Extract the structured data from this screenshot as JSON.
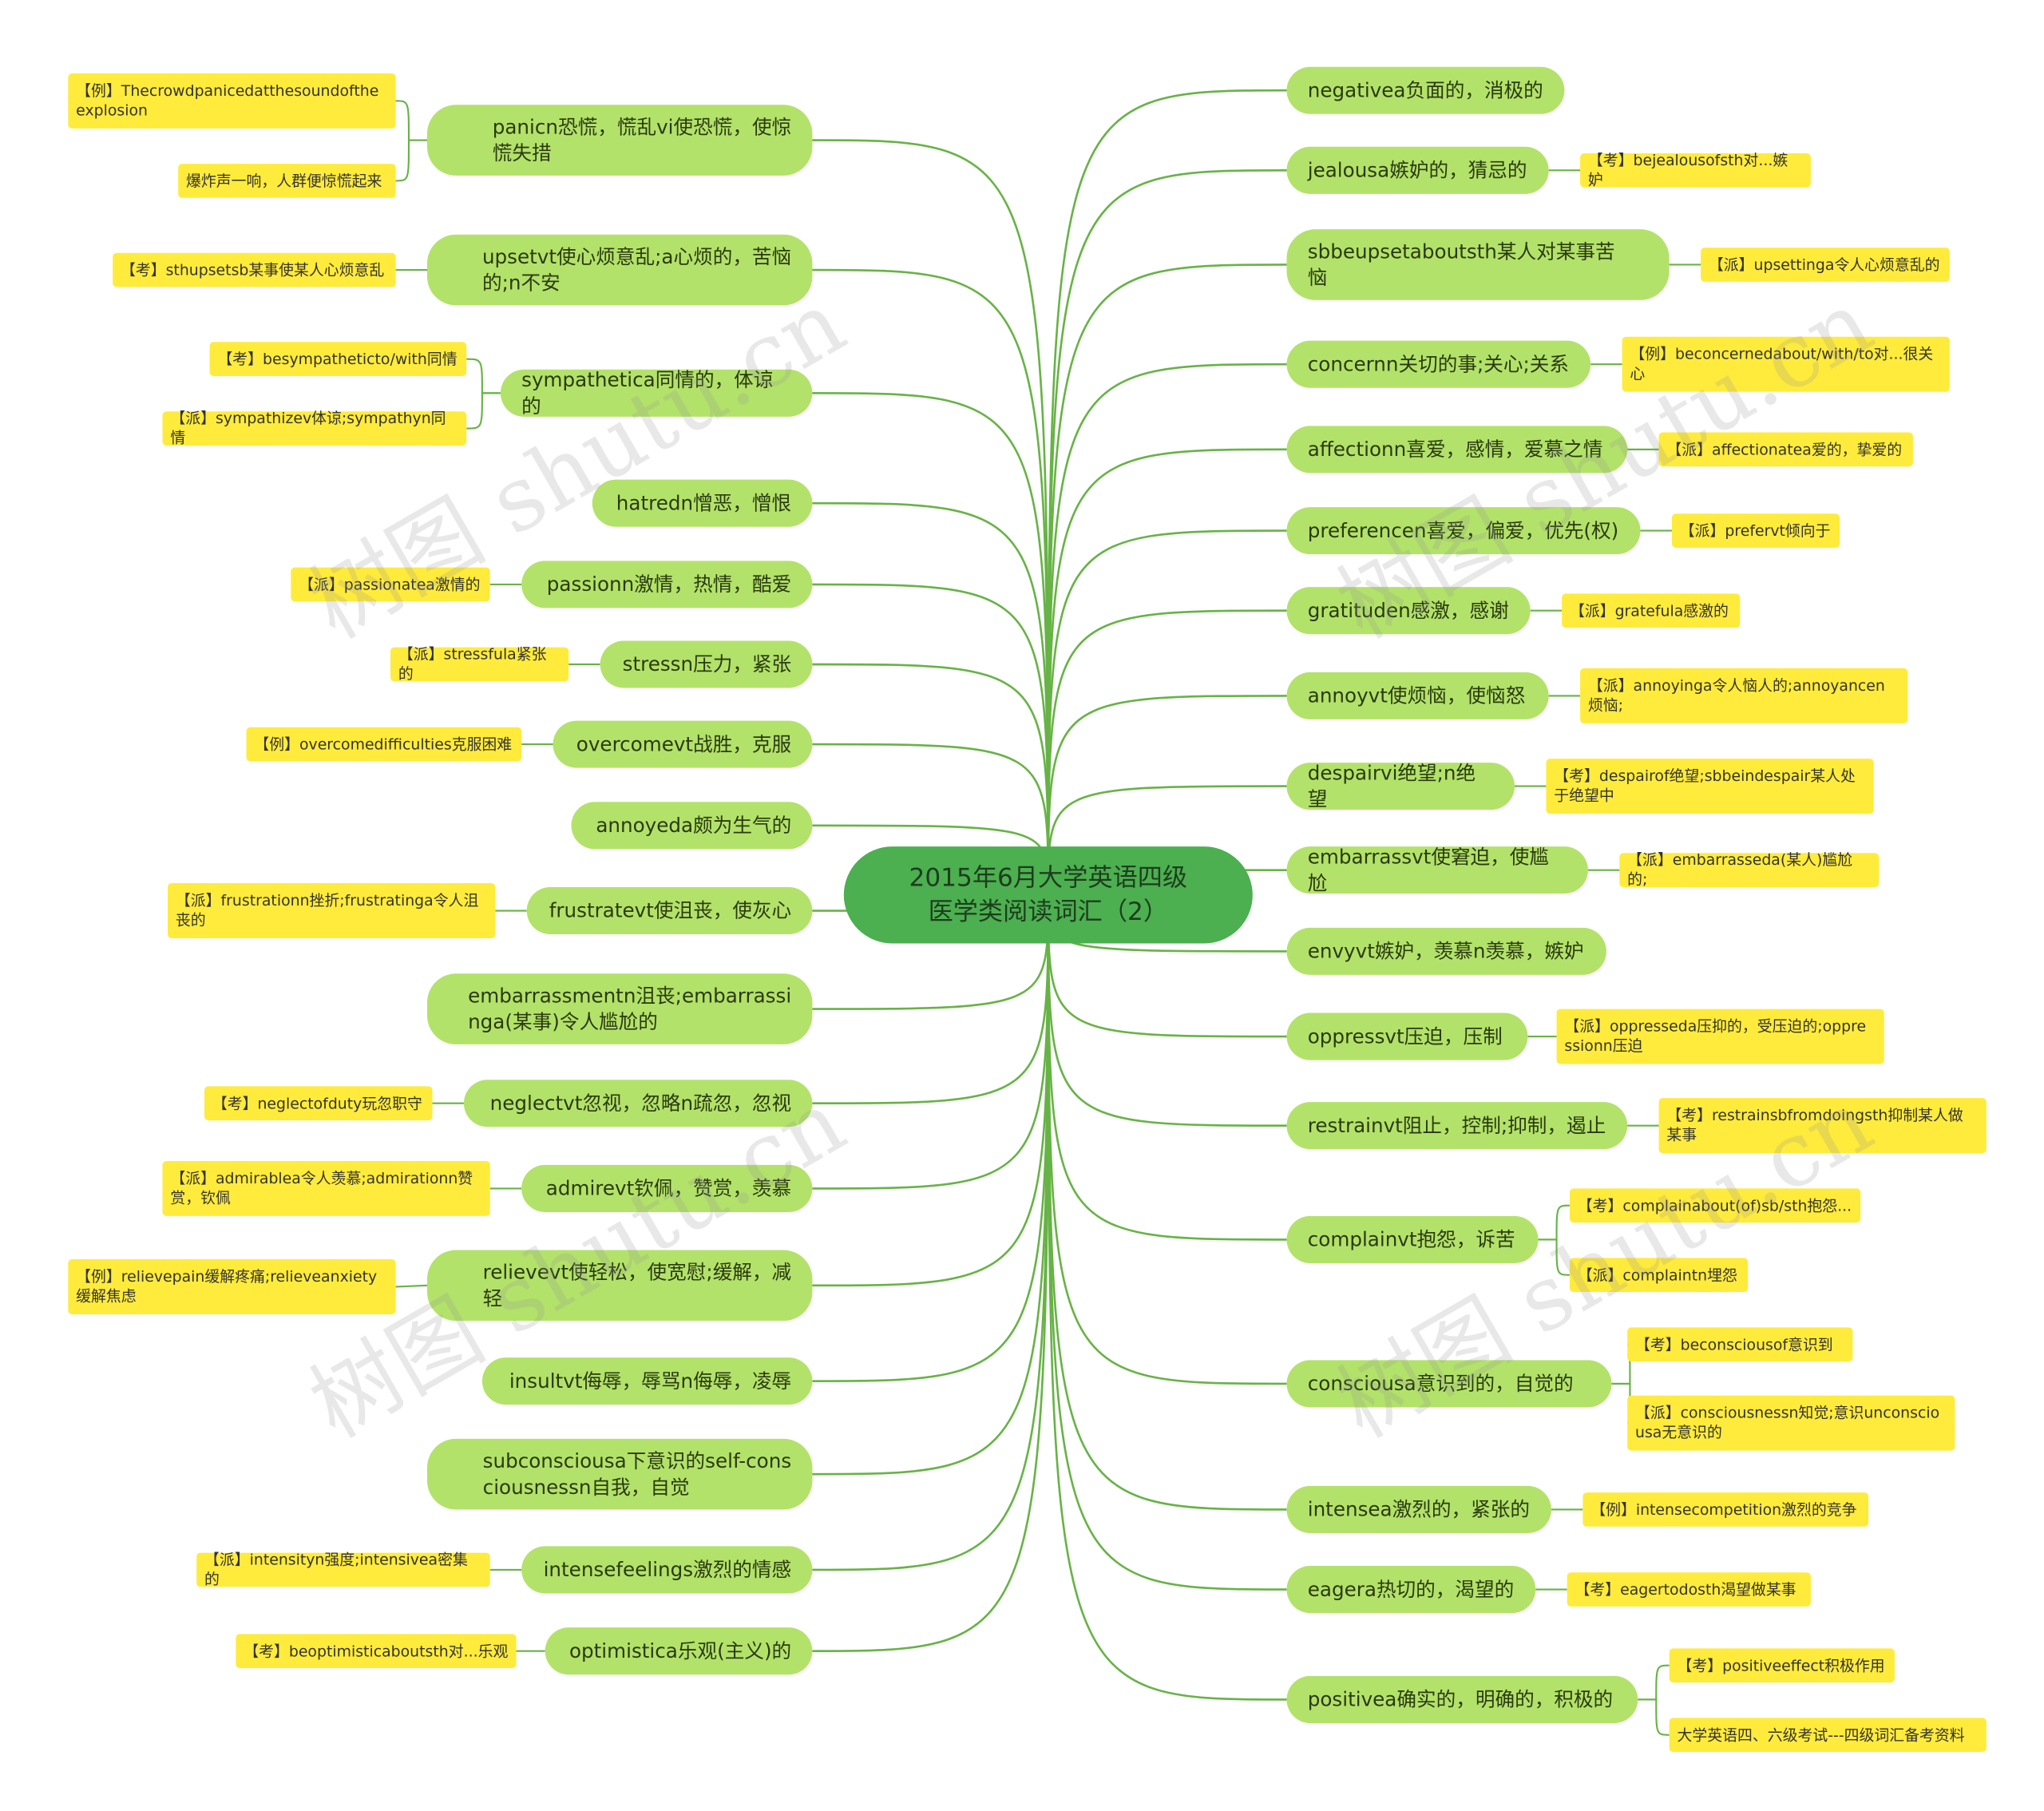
{
  "root": {
    "title": "2015年6月大学英语四级\n医学类阅读词汇（2）"
  },
  "watermark": "树图 shutu.cn",
  "colors": {
    "root": "#4caf50",
    "topic": "#b3e26a",
    "note": "#ffeb3b",
    "line": "#67b346"
  },
  "left": [
    {
      "label": "panicn恐慌，慌乱vi使恐慌，使惊\n慌失措",
      "notes": [
        "【例】Thecrowdpanicedatthesoundofthe\nexplosion",
        "爆炸声一响，人群便惊慌起来"
      ]
    },
    {
      "label": "upsetvt使心烦意乱;a心烦的，苦恼\n的;n不安",
      "notes": [
        "【考】sthupsetsb某事使某人心烦意乱"
      ]
    },
    {
      "label": "sympathetica同情的，体谅的",
      "notes": [
        "【考】besympatheticto/with同情",
        "【派】sympathizev体谅;sympathyn同情"
      ]
    },
    {
      "label": "hatredn憎恶，憎恨",
      "notes": []
    },
    {
      "label": "passionn激情，热情，酷爱",
      "notes": [
        "【派】passionatea激情的"
      ]
    },
    {
      "label": "stressn压力，紧张",
      "notes": [
        "【派】stressfula紧张的"
      ]
    },
    {
      "label": "overcomevt战胜，克服",
      "notes": [
        "【例】overcomedifficulties克服困难"
      ]
    },
    {
      "label": "annoyeda颇为生气的",
      "notes": []
    },
    {
      "label": "frustratevt使沮丧，使灰心",
      "notes": [
        "【派】frustrationn挫折;frustratinga令人沮\n丧的"
      ]
    },
    {
      "label": "embarrassmentn沮丧;embarrassi\nnga(某事)令人尴尬的",
      "notes": []
    },
    {
      "label": "neglectvt忽视，忽略n疏忽，忽视",
      "notes": [
        "【考】neglectofduty玩忽职守"
      ]
    },
    {
      "label": "admirevt钦佩，赞赏，羡慕",
      "notes": [
        "【派】admirablea令人羡慕;admirationn赞\n赏，钦佩"
      ]
    },
    {
      "label": "relievevt使轻松，使宽慰;缓解，减\n轻",
      "notes": [
        "【例】relievepain缓解疼痛;relieveanxiety\n缓解焦虑"
      ]
    },
    {
      "label": "insultvt侮辱，辱骂n侮辱，凌辱",
      "notes": []
    },
    {
      "label": "subconsciousa下意识的self-cons\nciousnessn自我，自觉",
      "notes": []
    },
    {
      "label": "intensefeelings激烈的情感",
      "notes": [
        "【派】intensityn强度;intensivea密集的"
      ]
    },
    {
      "label": "optimistica乐观(主义)的",
      "notes": [
        "【考】beoptimisticaboutsth对...乐观"
      ]
    }
  ],
  "right": [
    {
      "label": "negativea负面的，消极的",
      "notes": []
    },
    {
      "label": "jealousa嫉妒的，猜忌的",
      "notes": [
        "【考】bejealousofsth对...嫉妒"
      ]
    },
    {
      "label": "sbbeupsetaboutsth某人对某事苦\n恼",
      "notes": [
        "【派】upsettinga令人心烦意乱的"
      ]
    },
    {
      "label": "concernn关切的事;关心;关系",
      "notes": [
        "【例】beconcernedabout/with/to对...很关\n心"
      ]
    },
    {
      "label": "affectionn喜爱，感情，爱慕之情",
      "notes": [
        "【派】affectionatea爱的，挚爱的"
      ]
    },
    {
      "label": "preferencen喜爱，偏爱，优先(权)",
      "notes": [
        "【派】prefervt倾向于"
      ]
    },
    {
      "label": "gratituden感激，感谢",
      "notes": [
        "【派】gratefula感激的"
      ]
    },
    {
      "label": "annoyvt使烦恼，使恼怒",
      "notes": [
        "【派】annoyinga令人恼人的;annoyancen\n烦恼;"
      ]
    },
    {
      "label": "despairvi绝望;n绝望",
      "notes": [
        "【考】despairof绝望;sbbeindespair某人处\n于绝望中"
      ]
    },
    {
      "label": "embarrassvt使窘迫，使尴尬",
      "notes": [
        "【派】embarrasseda(某人)尴尬的;"
      ]
    },
    {
      "label": "envyvt嫉妒，羡慕n羡慕，嫉妒",
      "notes": []
    },
    {
      "label": "oppressvt压迫，压制",
      "notes": [
        "【派】oppresseda压抑的，受压迫的;oppre\nssionn压迫"
      ]
    },
    {
      "label": "restrainvt阻止，控制;抑制，遏止",
      "notes": [
        "【考】restrainsbfromdoingsth抑制某人做\n某事"
      ]
    },
    {
      "label": "complainvt抱怨，诉苦",
      "notes": [
        "【考】complainabout(of)sb/sth抱怨...",
        "【派】complaintn埋怨"
      ]
    },
    {
      "label": "consciousa意识到的，自觉的",
      "notes": [
        "【考】beconsciousof意识到",
        "【派】consciousnessn知觉;意识unconscio\nusa无意识的"
      ]
    },
    {
      "label": "intensea激烈的，紧张的",
      "notes": [
        "【例】intensecompetition激烈的竞争"
      ]
    },
    {
      "label": "eagera热切的，渴望的",
      "notes": [
        "【考】eagertodosth渴望做某事"
      ]
    },
    {
      "label": "positivea确实的，明确的，积极的",
      "notes": [
        "【考】positiveeffect积极作用",
        "大学英语四、六级考试---四级词汇备考资料"
      ]
    }
  ]
}
